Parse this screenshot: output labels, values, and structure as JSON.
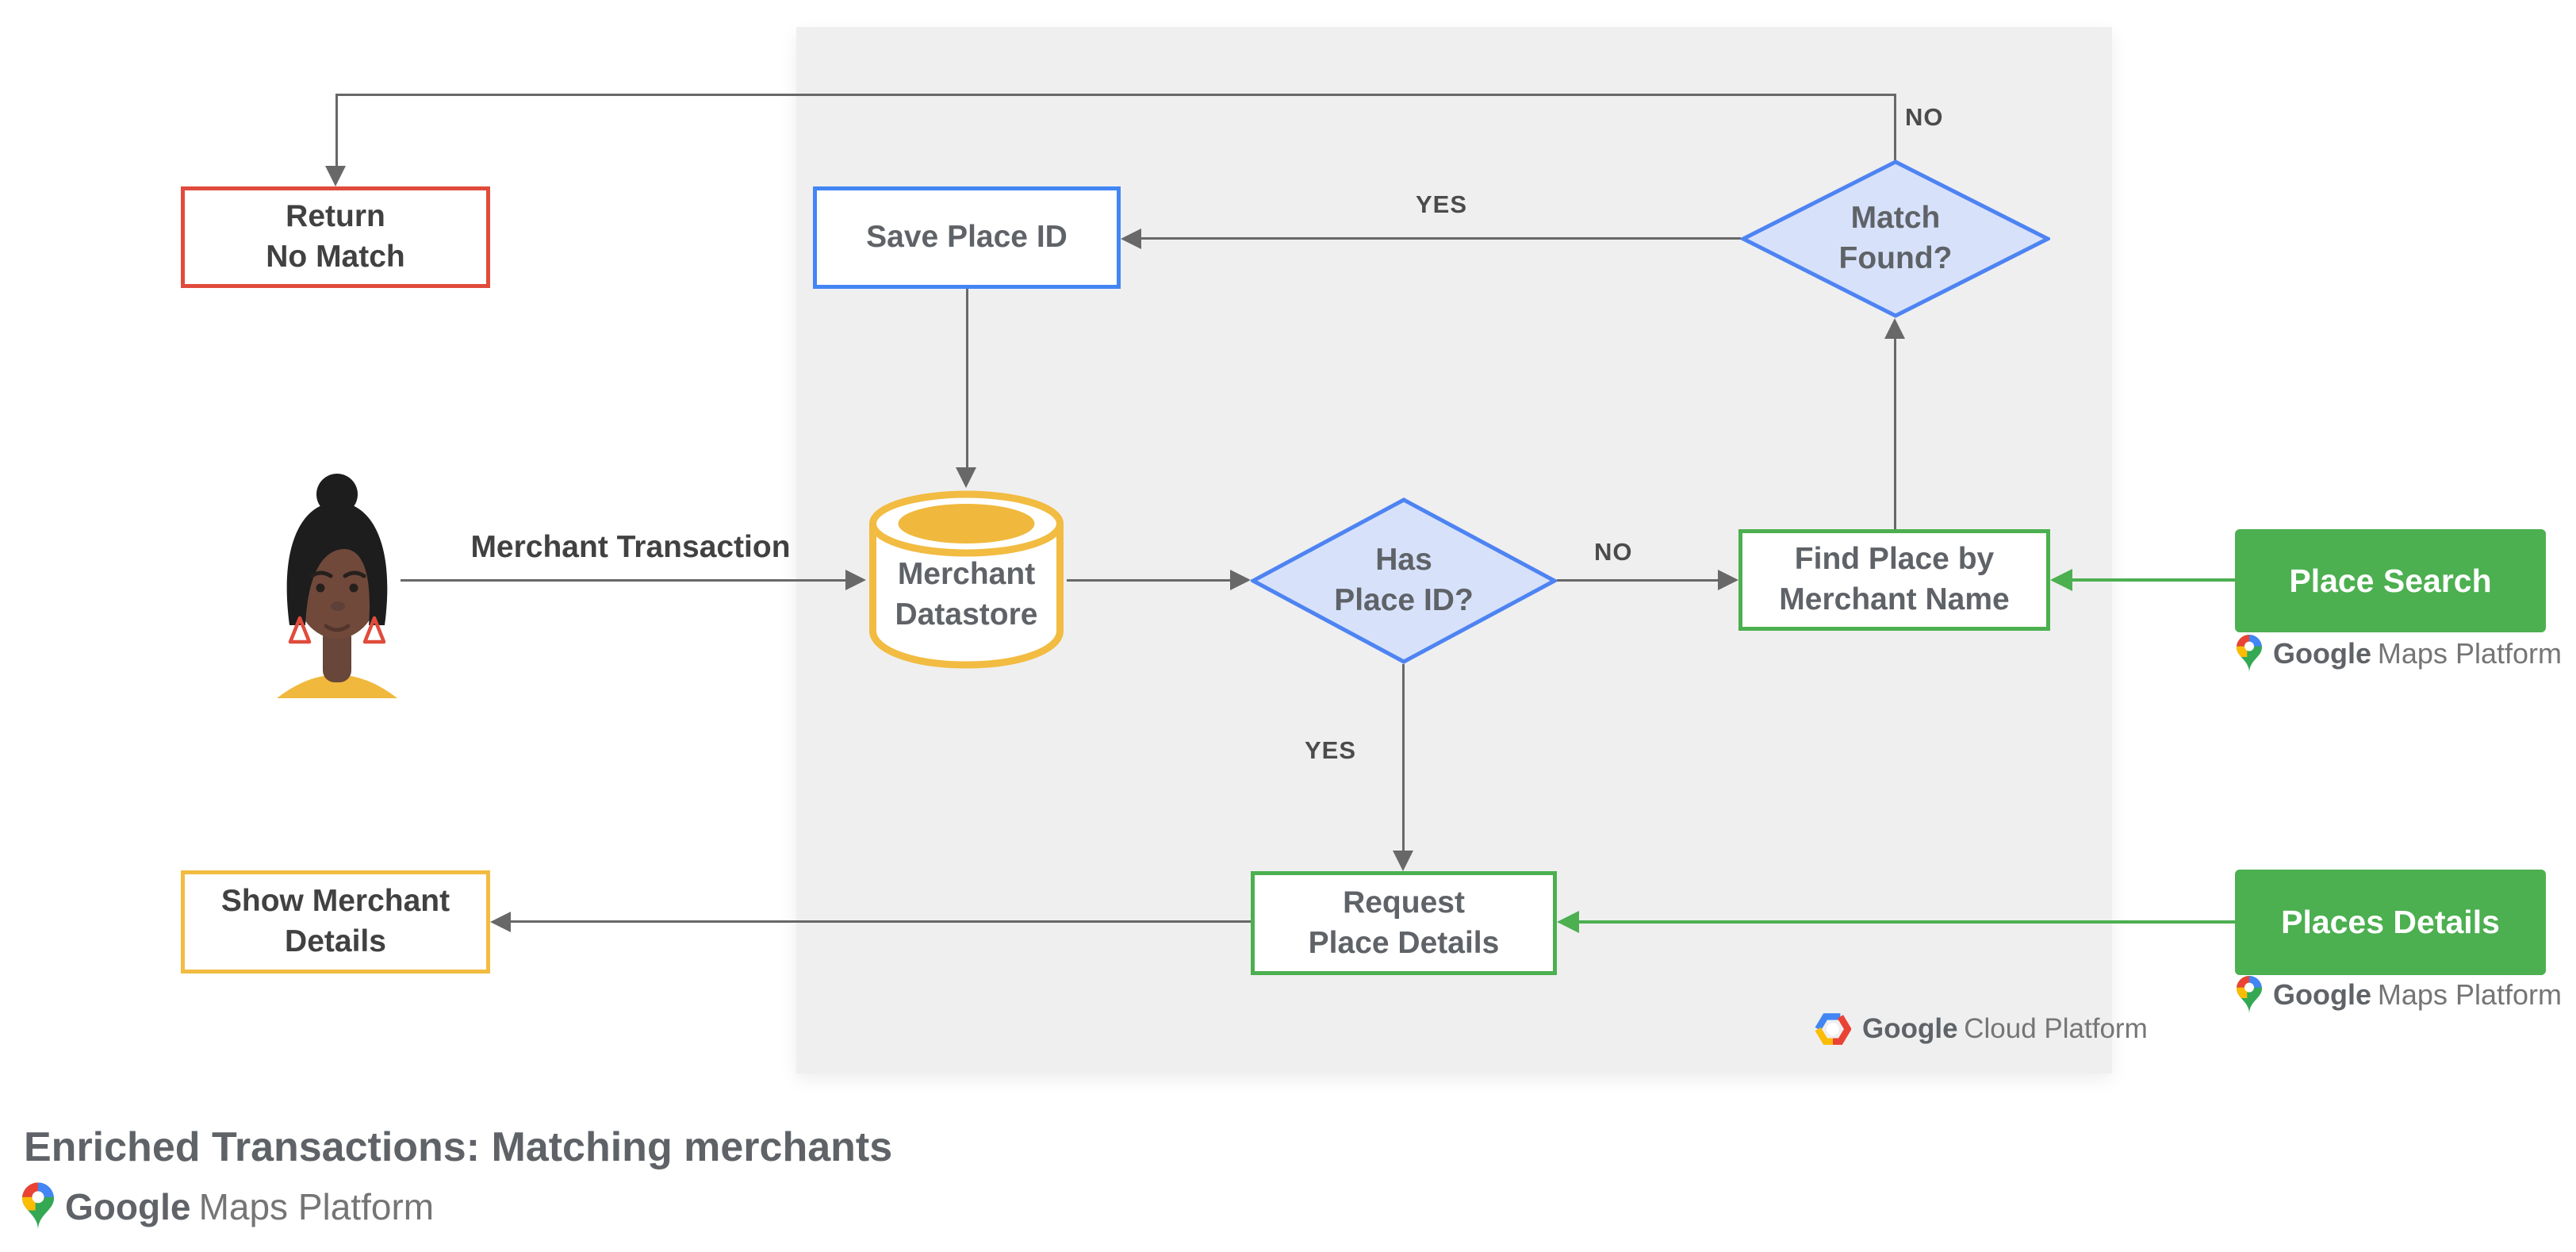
{
  "title": "Enriched Transactions: Matching merchants",
  "colors": {
    "panel_bg": "#efefef",
    "line_gray": "#686868",
    "text_dark": "#414141",
    "text_node": "#5f6368",
    "red": "#e04b3b",
    "blue": "#4285f4",
    "diamond_fill": "#d7e2fa",
    "diamond_stroke": "#4e83f2",
    "green": "#4caf50",
    "gold": "#f2bb41",
    "google_red": "#ea4335",
    "google_blue": "#4285f4",
    "google_yellow": "#fbbc04",
    "google_green": "#34a853"
  },
  "nodes": {
    "return_no_match": {
      "label": "Return\nNo Match"
    },
    "save_place_id": {
      "label": "Save Place ID"
    },
    "match_found": {
      "label": "Match\nFound?"
    },
    "merchant_datastore": {
      "label": "Merchant\nDatastore"
    },
    "has_place_id": {
      "label": "Has\nPlace ID?"
    },
    "find_place_by_merchant_name": {
      "label": "Find Place by\nMerchant Name"
    },
    "place_search": {
      "label": "Place Search"
    },
    "request_place_details": {
      "label": "Request\nPlace Details"
    },
    "places_details": {
      "label": "Places Details"
    },
    "show_merchant_details": {
      "label": "Show Merchant\nDetails"
    }
  },
  "edge_labels": {
    "match_found_no": "NO",
    "match_found_yes": "YES",
    "has_place_id_no": "NO",
    "has_place_id_yes": "YES"
  },
  "annotations": {
    "merchant_transaction": "Merchant Transaction"
  },
  "logos": {
    "google_cloud_platform": {
      "google": "Google",
      "rest": "Cloud Platform"
    },
    "google_maps_platform": {
      "google": "Google",
      "rest": "Maps Platform"
    }
  }
}
